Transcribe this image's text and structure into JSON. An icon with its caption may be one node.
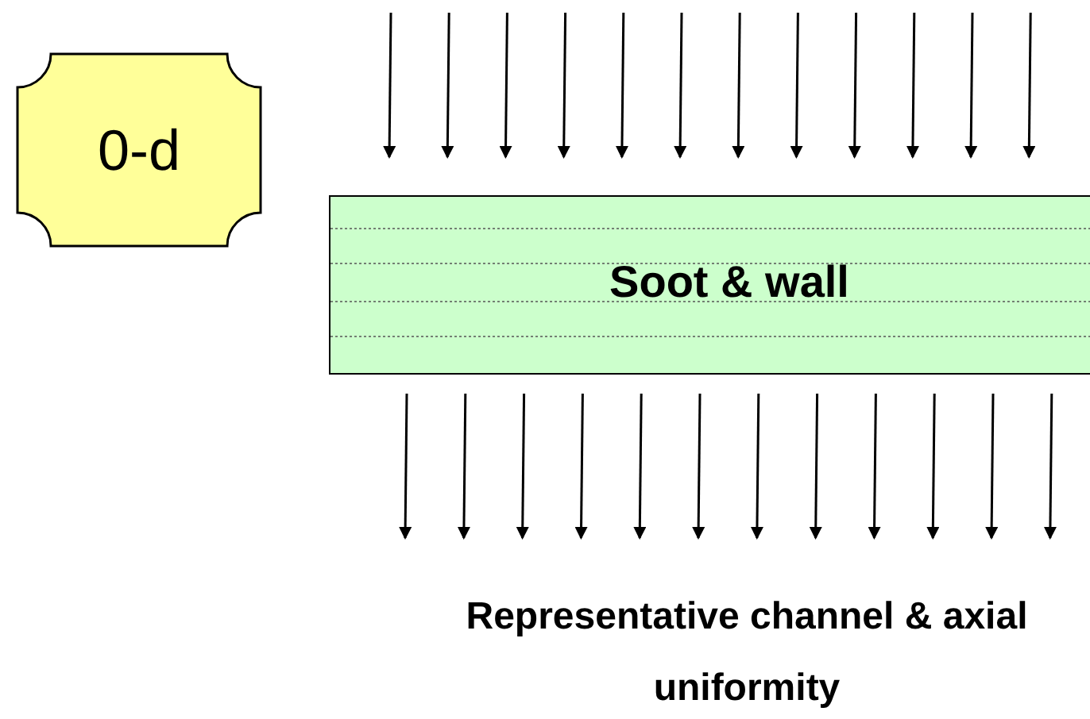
{
  "diagram": {
    "nodes": [
      {
        "text": [
          "0-d"
        ]
      },
      {
        "text": [
          "Soot & wall"
        ]
      }
    ],
    "labels": [
      "Representative channel & axial uniformity"
    ]
  }
}
